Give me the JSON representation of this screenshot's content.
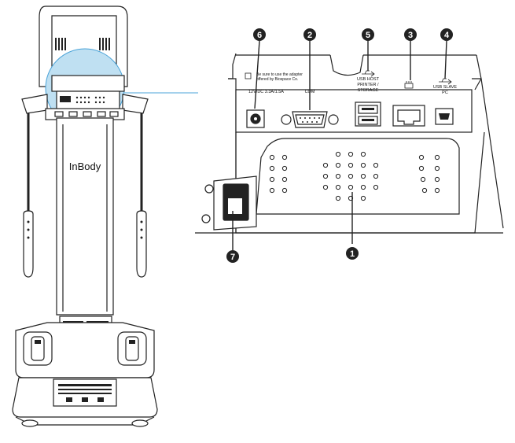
{
  "device": {
    "brand": "InBody"
  },
  "panel": {
    "adapter_notice_line1": "Be sure to use the adapter",
    "adapter_notice_line2": "offered by Biospace Co.",
    "power_label": "12V/DC 3.3A/1.5A",
    "com_label": "COM",
    "usb_host_label_line1": "USB HOST",
    "usb_host_label_line2": "PRINTER /",
    "usb_host_label_line3": "STORAGE",
    "usb_slave_label_line1": "USB SLAVE",
    "usb_slave_label_line2": "PC"
  },
  "callouts": [
    {
      "id": "1",
      "text": "1"
    },
    {
      "id": "2",
      "text": "2"
    },
    {
      "id": "3",
      "text": "3"
    },
    {
      "id": "4",
      "text": "4"
    },
    {
      "id": "5",
      "text": "5"
    },
    {
      "id": "6",
      "text": "6"
    },
    {
      "id": "7",
      "text": "7"
    }
  ],
  "colors": {
    "line": "#222222",
    "callout_fill": "#222222",
    "accent_line": "#4aa3d8",
    "magnifier_fill": "#bfe0f2"
  }
}
